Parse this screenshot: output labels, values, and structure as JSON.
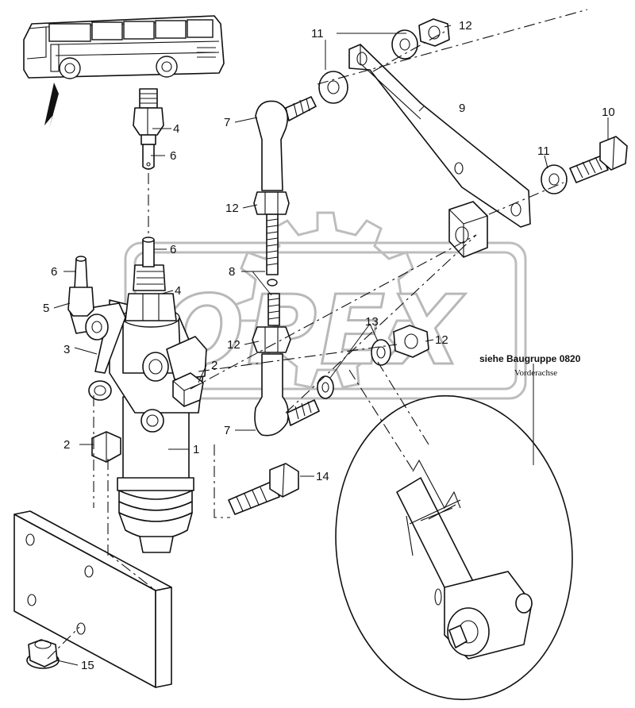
{
  "diagram": {
    "watermark": "OPEX",
    "note_group": "siehe Baugruppe 0820",
    "note_axle": "Vorderachse",
    "callouts": {
      "c1": "1",
      "c2a": "2",
      "c2b": "2",
      "c3": "3",
      "c4a": "4",
      "c4b": "4",
      "c5": "5",
      "c6a": "6",
      "c6b": "6",
      "c6c": "6",
      "c7a": "7",
      "c7b": "7",
      "c8": "8",
      "c9": "9",
      "c10": "10",
      "c11a": "11",
      "c11b": "11",
      "c12a": "12",
      "c12b": "12",
      "c12c": "12",
      "c12d": "12",
      "c13": "13",
      "c14": "14",
      "c15": "15"
    }
  }
}
